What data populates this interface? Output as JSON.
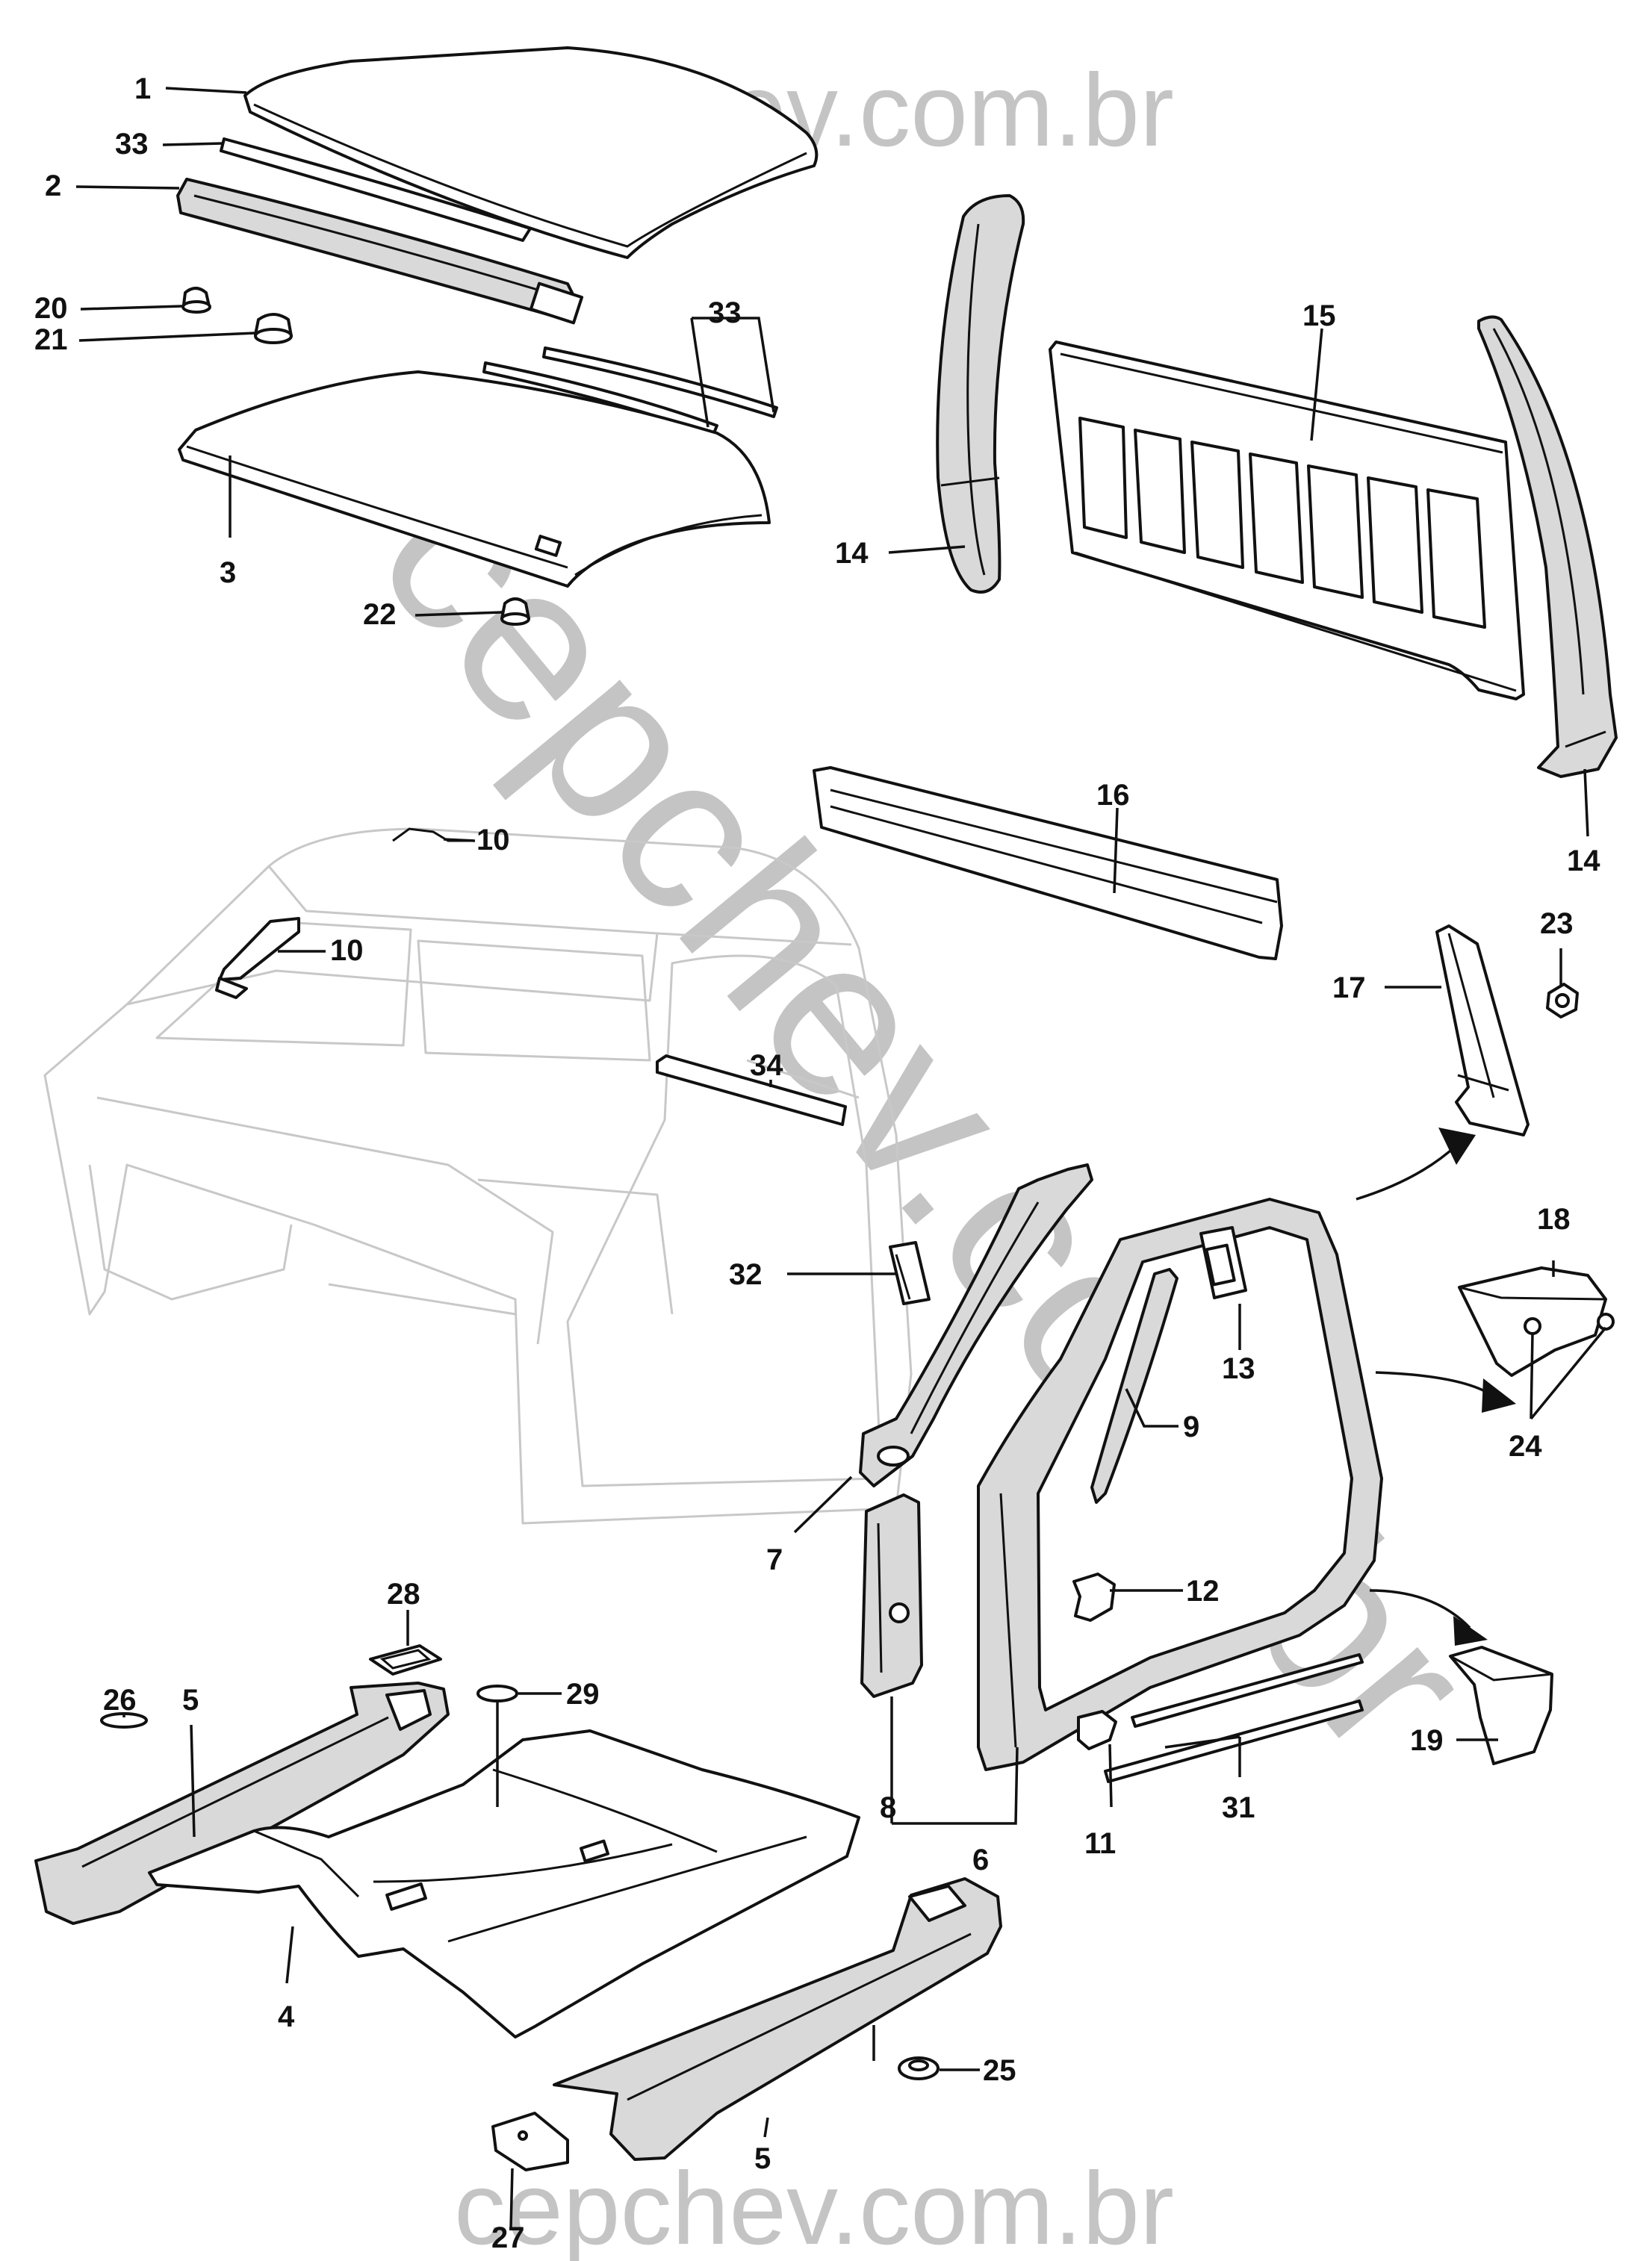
{
  "watermark": {
    "top": "cepchev.com.br",
    "diagonal": "cepchev.com.br",
    "bottom": "cepchev.com.br"
  },
  "callouts": [
    {
      "id": "1",
      "label": "1"
    },
    {
      "id": "33a",
      "label": "33"
    },
    {
      "id": "2",
      "label": "2"
    },
    {
      "id": "20",
      "label": "20"
    },
    {
      "id": "21",
      "label": "21"
    },
    {
      "id": "33b",
      "label": "33"
    },
    {
      "id": "3",
      "label": "3"
    },
    {
      "id": "22",
      "label": "22"
    },
    {
      "id": "14a",
      "label": "14"
    },
    {
      "id": "15",
      "label": "15"
    },
    {
      "id": "14b",
      "label": "14"
    },
    {
      "id": "16",
      "label": "16"
    },
    {
      "id": "10a",
      "label": "10"
    },
    {
      "id": "10b",
      "label": "10"
    },
    {
      "id": "23",
      "label": "23"
    },
    {
      "id": "17",
      "label": "17"
    },
    {
      "id": "34",
      "label": "34"
    },
    {
      "id": "18",
      "label": "18"
    },
    {
      "id": "32",
      "label": "32"
    },
    {
      "id": "13",
      "label": "13"
    },
    {
      "id": "9",
      "label": "9"
    },
    {
      "id": "24",
      "label": "24"
    },
    {
      "id": "7",
      "label": "7"
    },
    {
      "id": "12",
      "label": "12"
    },
    {
      "id": "28",
      "label": "28"
    },
    {
      "id": "26",
      "label": "26"
    },
    {
      "id": "5a",
      "label": "5"
    },
    {
      "id": "29",
      "label": "29"
    },
    {
      "id": "19",
      "label": "19"
    },
    {
      "id": "8",
      "label": "8"
    },
    {
      "id": "31",
      "label": "31"
    },
    {
      "id": "6",
      "label": "6"
    },
    {
      "id": "11",
      "label": "11"
    },
    {
      "id": "4",
      "label": "4"
    },
    {
      "id": "25",
      "label": "25"
    },
    {
      "id": "5b",
      "label": "5"
    },
    {
      "id": "27",
      "label": "27"
    }
  ]
}
